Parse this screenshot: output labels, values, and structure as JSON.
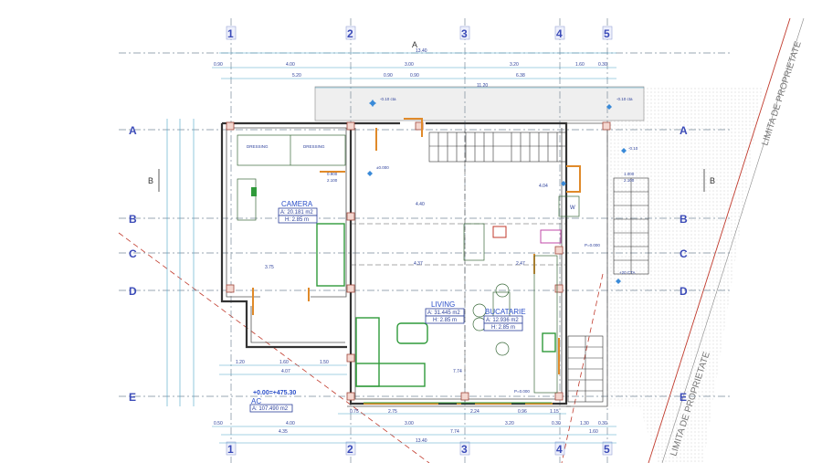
{
  "plan": {
    "axes_vertical": [
      "1",
      "2",
      "3",
      "4",
      "5"
    ],
    "axes_horizontal": [
      "A",
      "B",
      "C",
      "D",
      "E"
    ],
    "section_marks": {
      "top": "A",
      "side": "B"
    },
    "property_limit": "LIMITA DE PROPRIETATE",
    "level": "+0.00=+475.30",
    "total": {
      "label": "AC",
      "area": "A: 107.490 m2"
    },
    "rooms": [
      {
        "name": "CAMERA",
        "area": "A: 20.181 m2",
        "height": "H: 2.85 m"
      },
      {
        "name": "LIVING",
        "area": "A: 31.445 m2",
        "height": "H: 2.85 m"
      },
      {
        "name": "BUCATARIE",
        "area": "A: 12.936 m2",
        "height": "H: 2.85 m"
      }
    ],
    "dressing": [
      "DRESSING",
      "DRESSING"
    ],
    "annotations": [
      "-0.10 cta",
      "-0.10 cta",
      "±0.000",
      "0.900",
      "2.100",
      "1.000",
      "2.100",
      "P=0.000",
      "P=0.000",
      "+20 CTA",
      "-0.10",
      "W"
    ],
    "dims_top": {
      "overall": "13.40",
      "row1": [
        "0.90",
        "4.00",
        "3.00",
        "3.20",
        "1.60",
        "0.30"
      ],
      "row2": [
        "5.20",
        "0.90",
        "0.90",
        "6.38"
      ],
      "row3": "11.20"
    },
    "dims_bottom": {
      "row0": [
        "0.75",
        "2.75",
        "2.24",
        "0.96",
        "1.15"
      ],
      "row1": [
        "0.50",
        "4.00",
        "3.00",
        "3.20",
        "0.30",
        "1.30",
        "0.30"
      ],
      "row2": [
        "4.35",
        "7.74",
        "1.60"
      ],
      "overall": "13.40"
    },
    "dims_inner": [
      "3.75",
      "4.37",
      "7.74",
      "4.07",
      "1.20",
      "1.60",
      "1.50",
      "4.40",
      "4.04",
      "2.47"
    ]
  }
}
